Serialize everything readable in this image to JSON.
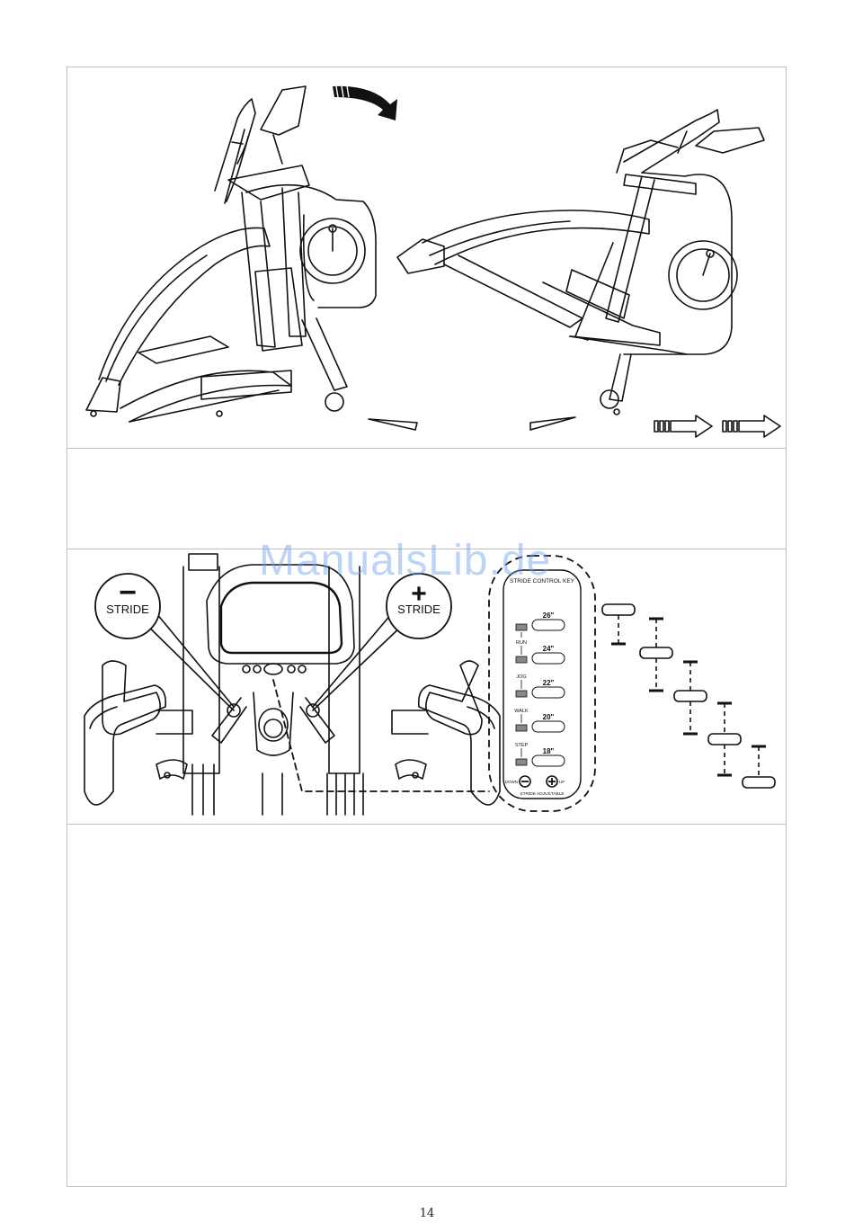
{
  "watermark": "ManualsLib.de",
  "page_number": "14",
  "stride_buttons": {
    "minus_symbol": "−",
    "minus_label": "STRIDE",
    "plus_symbol": "+",
    "plus_label": "STRIDE"
  },
  "stride_key": {
    "title": "STRIDE CONTROL KEY",
    "lengths": [
      "26\"",
      "24\"",
      "22\"",
      "20\"",
      "18\""
    ],
    "modes": [
      "RUN",
      "JOG",
      "WALK",
      "STEP"
    ],
    "down_label": "DOWN",
    "up_label": "UP",
    "footer": "STRIDE ADJUSTABLE"
  },
  "colors": {
    "line": "#111111",
    "border": "#bfbfbf",
    "watermark": "#6ea0eb"
  }
}
